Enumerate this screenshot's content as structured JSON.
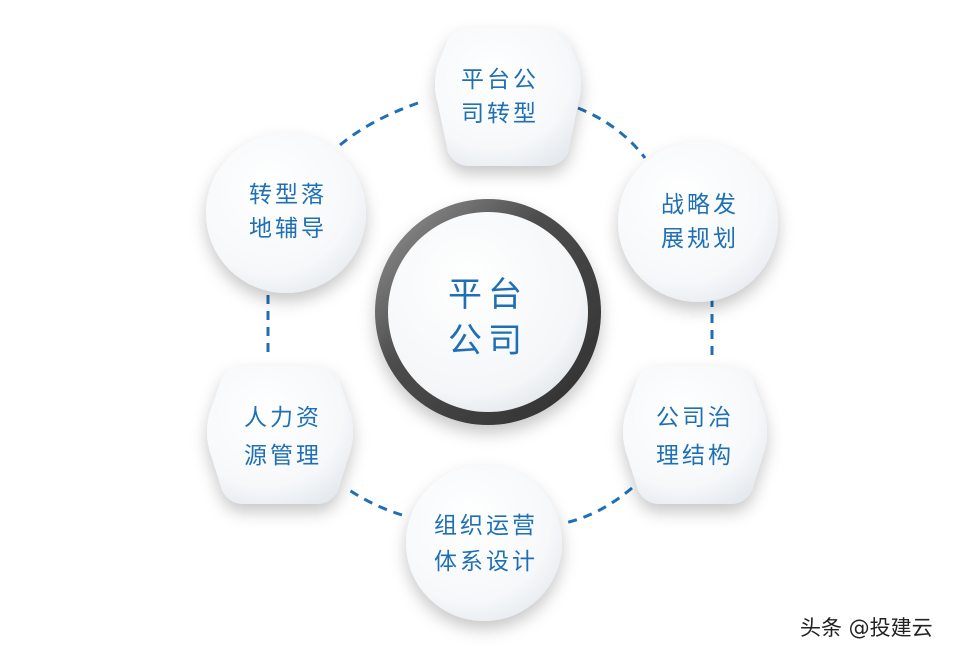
{
  "center": {
    "line1": "平台",
    "line2": "公司"
  },
  "nodes": [
    {
      "id": "top",
      "line1": "平台公",
      "line2": "司转型",
      "shape": "hexagon"
    },
    {
      "id": "upper-right",
      "line1": "战略发",
      "line2": "展规划",
      "shape": "circle"
    },
    {
      "id": "lower-right",
      "line1": "公司治",
      "line2": "理结构",
      "shape": "hexagon"
    },
    {
      "id": "bottom",
      "line1": "组织运营",
      "line2": "体系设计",
      "shape": "circle"
    },
    {
      "id": "lower-left",
      "line1": "人力资",
      "line2": "源管理",
      "shape": "hexagon"
    },
    {
      "id": "upper-left",
      "line1": "转型落",
      "line2": "地辅导",
      "shape": "circle"
    }
  ],
  "colors": {
    "text": "#1f6fb5",
    "connector": "#1f6fb5",
    "ring": "#555555"
  },
  "watermark": "头条 @投建云"
}
